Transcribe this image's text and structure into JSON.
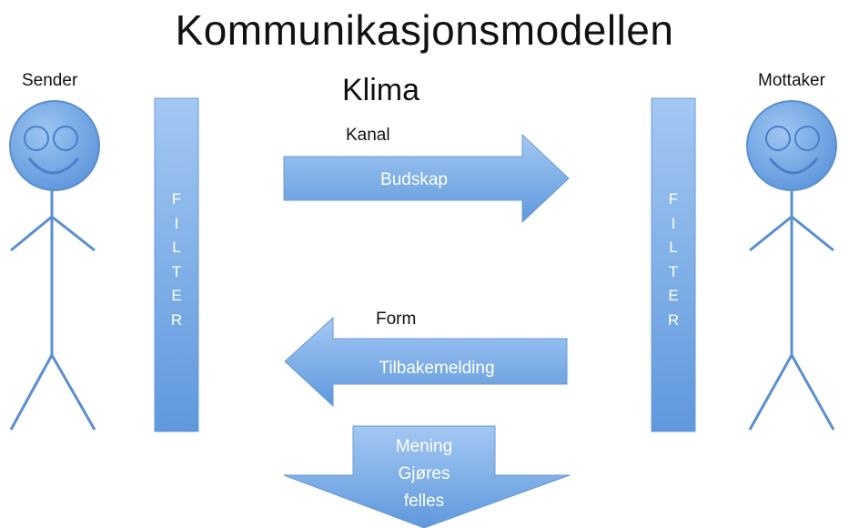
{
  "title": "Kommunikasjonsmodellen",
  "climate": "Klima",
  "sender": {
    "label": "Sender"
  },
  "receiver": {
    "label": "Mottaker"
  },
  "filter_letters": [
    "F",
    "I",
    "L",
    "T",
    "E",
    "R"
  ],
  "channel_label": "Kanal",
  "message_label": "Budskap",
  "form_label": "Form",
  "feedback_label": "Tilbakemelding",
  "meaning_lines": [
    "Mening",
    "Gjøres",
    "felles"
  ],
  "colors": {
    "shape_light": "#8fbdf0",
    "shape_dark": "#5b96dc",
    "outline": "#5a8fd0",
    "text": "#111111",
    "shape_text": "#ffffff"
  }
}
